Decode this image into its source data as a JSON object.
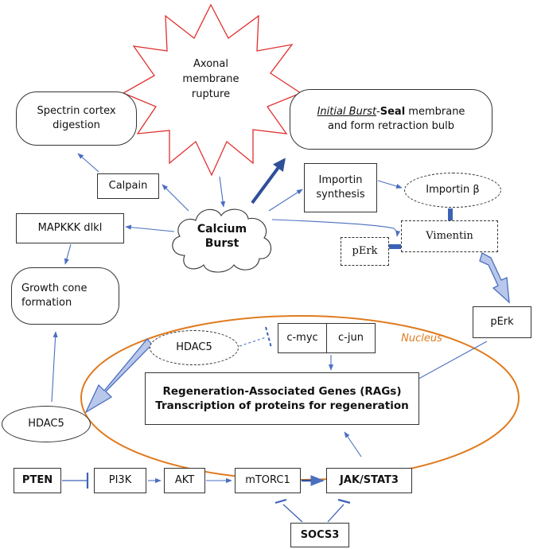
{
  "nodes": {
    "axonal_rupture": "Axonal membrane rupture",
    "spectrin": "Spectrin cortex digestion",
    "initial_burst_italic": "Initial Burst",
    "initial_burst_dash": "-",
    "initial_burst_seal": "Seal",
    "initial_burst_rest": " membrane and form retraction bulb",
    "calpain": "Calpain",
    "importin_synthesis": "Importin synthesis",
    "importin_beta": "Importin β",
    "mapkkk": "MAPKKK dlkl",
    "calcium_burst": "Calcium Burst",
    "vimentin": "Vimentin",
    "perk_inner": "pErk",
    "growth_cone": "Growth cone formation",
    "perk_outer": "pErk",
    "hdac5_nucleus": "HDAC5",
    "cmyc": "c-myc",
    "cjun": "c-jun",
    "nucleus_label": "Nucleus",
    "rags_line1": "Regeneration-Associated Genes (RAGs)",
    "rags_line2": "Transcription of proteins for regeneration",
    "hdac5_outer": "HDAC5",
    "pten": "PTEN",
    "pi3k": "PI3K",
    "akt": "AKT",
    "mtorc1": "mTORC1",
    "jakstat3": "JAK/STAT3",
    "socs3": "SOCS3"
  },
  "colors": {
    "arrow": "#4a6fbf",
    "thick_arrow": "#2f4f9a",
    "inhibit": "#3c62b5",
    "nucleus_border": "#e07b1f",
    "nucleus_text": "#e07b1f",
    "starburst": "#e03030",
    "block_arrow_fill": "#b9c7ea",
    "block_arrow_stroke": "#4a6fbf"
  }
}
